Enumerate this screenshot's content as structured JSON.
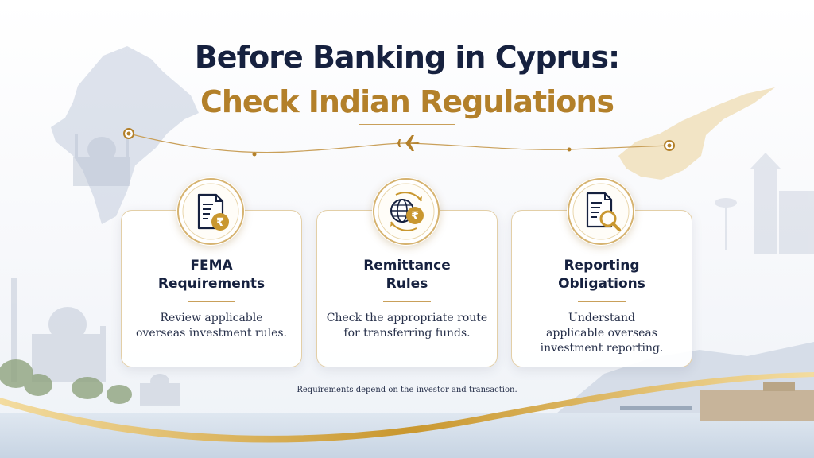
{
  "title": {
    "line1": "Before Banking in Cyprus:",
    "line2": "Check Indian Regulations"
  },
  "colors": {
    "navy": "#16213f",
    "gold": "#b3802a",
    "gold_light": "#e3cfa7"
  },
  "cards": [
    {
      "icon": "document-rupee-icon",
      "heading": "FEMA\nRequirements",
      "description": "Review applicable\noverseas investment rules."
    },
    {
      "icon": "globe-rupee-transfer-icon",
      "heading": "Remittance\nRules",
      "description": "Check the appropriate route\nfor transferring funds."
    },
    {
      "icon": "document-search-icon",
      "heading": "Reporting\nObligations",
      "description": "Understand\napplicable overseas\ninvestment reporting."
    }
  ],
  "footnote": "Requirements depend on the investor and transaction.",
  "decor": {
    "left_map": "india-map-illustration",
    "right_map": "cyprus-map-illustration",
    "route": "flight-route-airplane-icon",
    "left_scene": "taj-mahal-illustration",
    "right_scene": "cyprus-harbour-illustration"
  }
}
